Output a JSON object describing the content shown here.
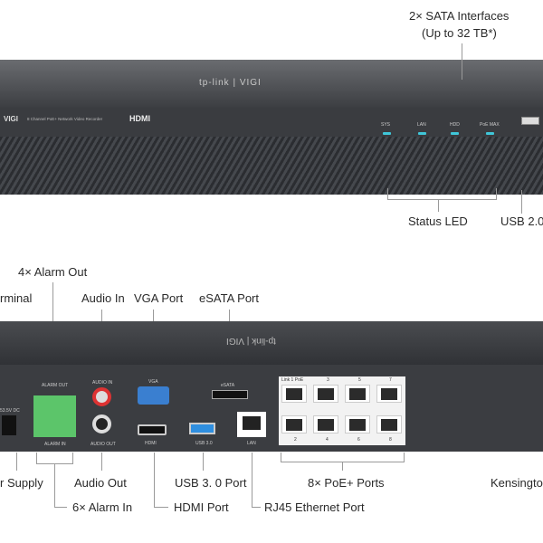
{
  "front": {
    "brand": "tp-link | VIGI",
    "vigi": "VIGI",
    "model": "8 Channel PoE+ Network Video Recorder",
    "hdmi_logo": "HDMI",
    "leds": [
      "SYS",
      "LAN",
      "HDD",
      "PoE MAX"
    ]
  },
  "rear": {
    "brand": "tp-link | VIGI",
    "power_label": "53.5V DC",
    "alarm_out_label": "ALARM OUT",
    "alarm_in_label": "ALARM IN",
    "audio_in_label": "AUDIO IN",
    "audio_out_label": "AUDIO OUT",
    "vga_label": "VGA",
    "esata_label": "eSATA",
    "hdmi_label": "HDMI",
    "usb_label": "USB 3.0",
    "lan_label": "LAN",
    "poe_top": [
      "Link  1  PoE",
      "3",
      "5",
      "7"
    ],
    "poe_bottom": [
      "2",
      "4",
      "6",
      "8"
    ]
  },
  "callouts": {
    "sata": "2× SATA Interfaces",
    "sata_sub": "(Up to 32 TB*)",
    "status_led": "Status LED",
    "usb2": "USB 2.0",
    "alarm_out": "4× Alarm Out",
    "terminal": "rminal",
    "audio_in": "Audio In",
    "vga": "VGA Port",
    "esata": "eSATA Port",
    "power": "r Supply",
    "audio_out": "Audio Out",
    "usb3": "USB 3. 0 Port",
    "poe": "8× PoE+ Ports",
    "kensington": "Kensingto",
    "alarm_in": "6× Alarm In",
    "hdmi": "HDMI Port",
    "rj45": "RJ45 Ethernet Port"
  },
  "colors": {
    "led": "#3fc6d8",
    "terminal": "#5cc56a",
    "vga": "#3a7fd0",
    "usb3": "#2f8fe0"
  }
}
